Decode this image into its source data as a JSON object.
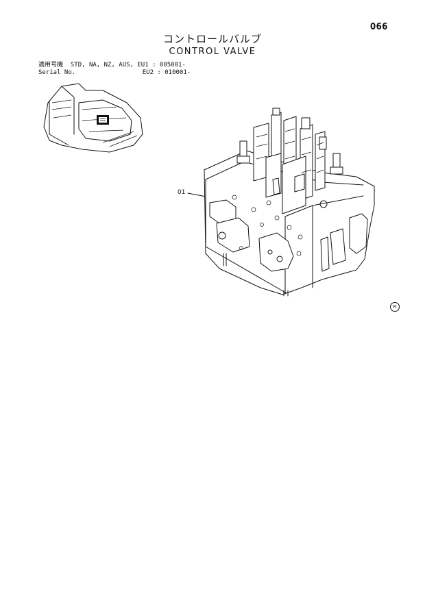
{
  "header": {
    "page_number": "066",
    "title_jp": "コントロールバルブ",
    "title_en": "CONTROL VALVE"
  },
  "serial": {
    "label_jp": "適用号機",
    "label_en": "Serial No.",
    "models_eu1": "STD, NA, NZ, AUS, EU1 : 005001-",
    "models_eu2": "EU2 : 010001-"
  },
  "illustration": {
    "callout": "01",
    "icon": "excavator-locator-icon"
  },
  "footer": {
    "mark": "R"
  }
}
